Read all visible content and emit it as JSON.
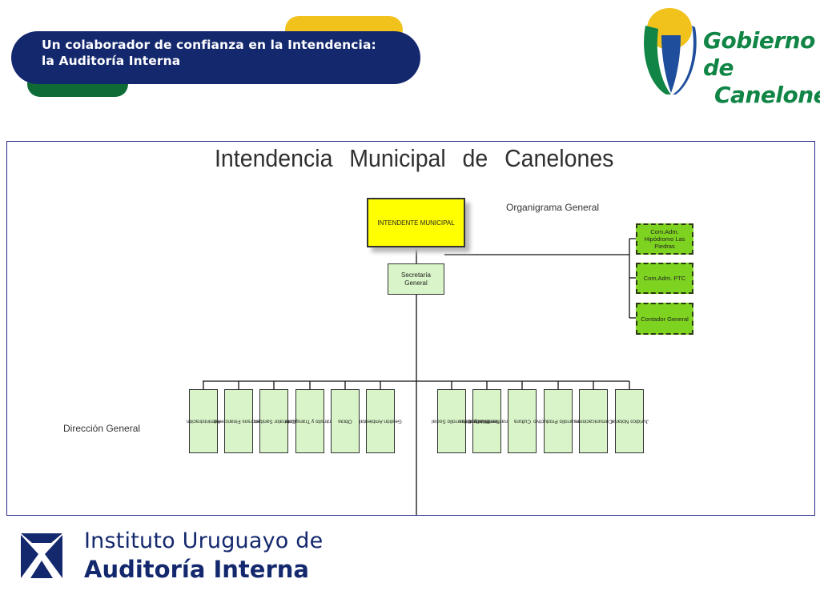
{
  "header": {
    "title_line1": "Un colaborador de confianza en la Intendencia:",
    "title_line2": "la Auditoría Interna"
  },
  "logo_canelones": {
    "line1": "Gobierno de",
    "line2": "Canelones"
  },
  "chart": {
    "title": "Intendencia   Municipal   de   Canelones",
    "subtitle": "Organigrama General",
    "direccion_label": "Dirección General",
    "intendente": "INTENDENTE MUNICIPAL",
    "secretaria_l1": "Secretaría",
    "secretaria_l2": "General",
    "side_boxes": [
      {
        "l1": "Com.Adm.",
        "l2": "Hipódromo Las",
        "l3": "Piedras"
      },
      {
        "l1": "Com.Adm. PTC",
        "l2": "",
        "l3": ""
      },
      {
        "l1": "Contador General",
        "l2": "",
        "l3": ""
      }
    ],
    "departments": [
      {
        "l1": "Administración",
        "l2": "",
        "l3": ""
      },
      {
        "l1": "Recursos Financieros",
        "l2": "",
        "l3": ""
      },
      {
        "l1": "Contralor Sanitario",
        "l2": "",
        "l3": ""
      },
      {
        "l1": "Tránsito y Transporte",
        "l2": "",
        "l3": ""
      },
      {
        "l1": "Obras",
        "l2": "",
        "l3": ""
      },
      {
        "l1": "Gestión Ambiental",
        "l2": "",
        "l3": ""
      },
      {
        "l1": "Desarrollo Social",
        "l2": "",
        "l3": ""
      },
      {
        "l1": "Planificación",
        "l2": "Territorial y",
        "l3": "Acondicionamiento Urbano"
      },
      {
        "l1": "Cultura",
        "l2": "",
        "l3": ""
      },
      {
        "l1": "Desarrollo Productivo",
        "l2": "",
        "l3": ""
      },
      {
        "l1": "Comunicaciones",
        "l2": "",
        "l3": ""
      },
      {
        "l1": "Jurídico Notarial",
        "l2": "",
        "l3": ""
      }
    ]
  },
  "footer_logo": {
    "line1": "Instituto Uruguayo de",
    "line2": "Auditoría Interna"
  },
  "colors": {
    "banner_blue": "#14286e",
    "banner_yellow": "#f0c21b",
    "banner_green": "#0e6b35",
    "intendente_fill": "#ffff00",
    "side_box_fill": "#7ed321",
    "dept_fill": "#d8f4c8"
  }
}
